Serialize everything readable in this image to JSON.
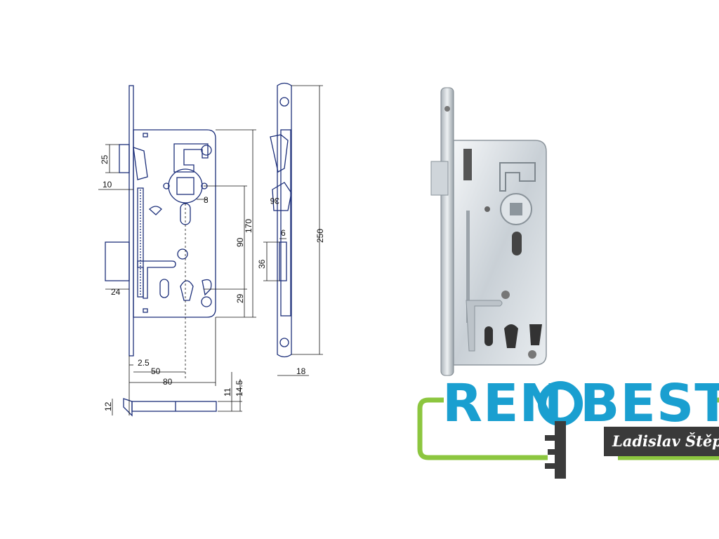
{
  "dimensions": {
    "d25": "25",
    "d10": "10",
    "d24": "24",
    "d8": "8",
    "d170": "170",
    "d90": "90",
    "d29": "29",
    "d36": "36",
    "d6": "6",
    "d36b": "36",
    "d250": "250",
    "d2_5": "2.5",
    "d50": "50",
    "d80": "80",
    "d18": "18",
    "d11": "11",
    "d14_5": "14.5",
    "d12": "12"
  },
  "logo": {
    "brand_left": "REN",
    "brand_right": "BEST",
    "owner": "Ladislav Štěpán"
  },
  "colors": {
    "drawing_line": "#1c2f7a",
    "brand_blue": "#1a9fd0",
    "brand_green": "#8cc63f",
    "owner_bg": "#3a3a3a"
  }
}
